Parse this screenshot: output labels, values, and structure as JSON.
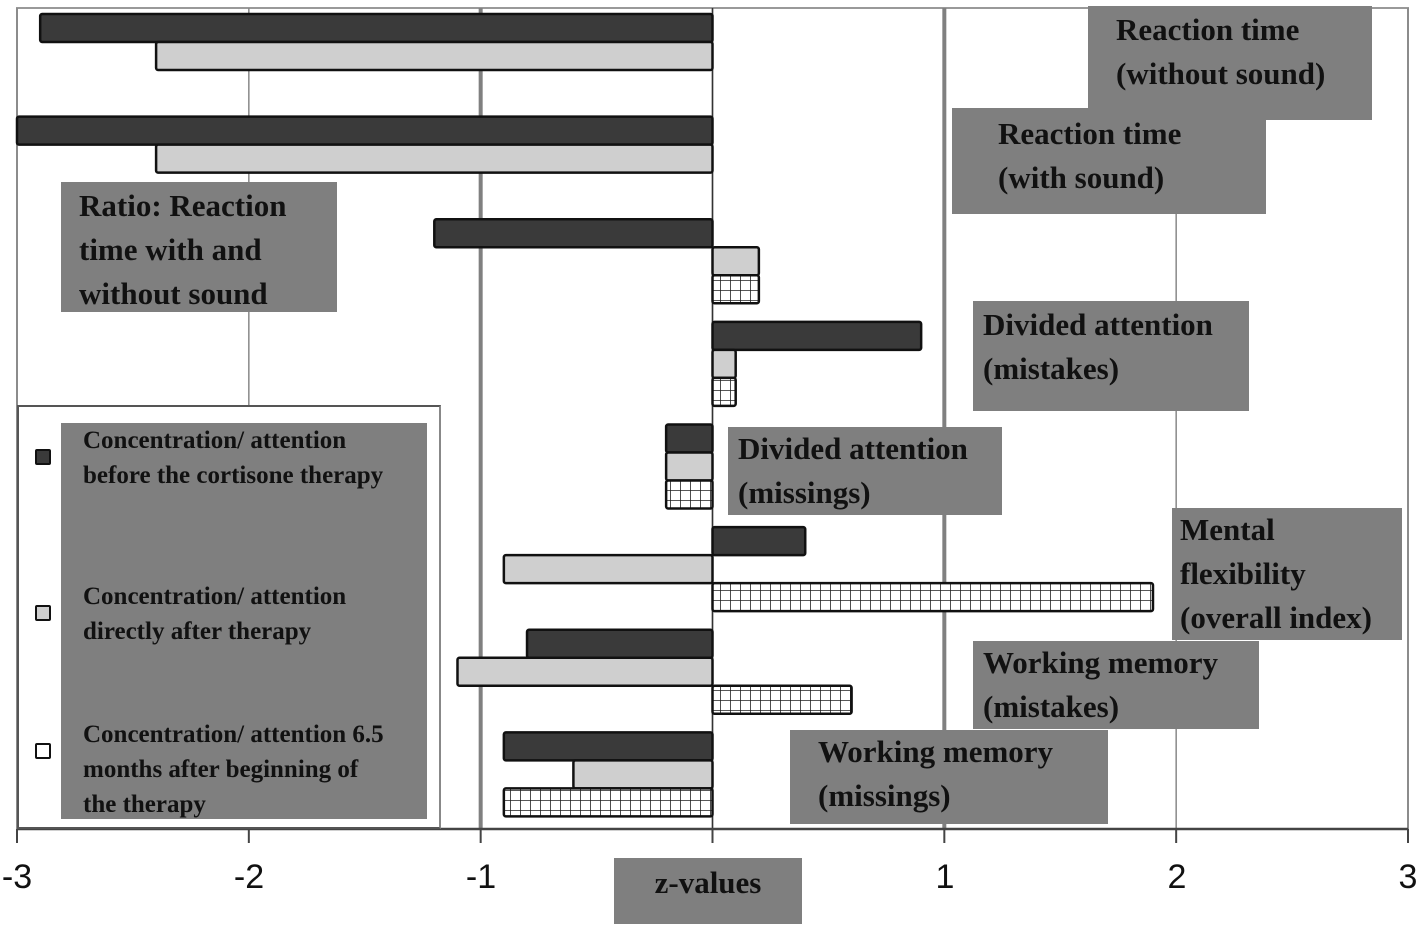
{
  "chart_data": {
    "type": "bar",
    "orientation": "horizontal",
    "title": "",
    "xlabel": "z-values",
    "ylabel": "",
    "xlim": [
      -3,
      3
    ],
    "xticks": [
      -3,
      -2,
      -1,
      1,
      2,
      3
    ],
    "xtick_labels": [
      "-3",
      "-2",
      "-1",
      "1",
      "2",
      "3"
    ],
    "reference_lines": [
      -1,
      0,
      1
    ],
    "grid": true,
    "legend_position": "bottom-left",
    "categories": [
      "Reaction time (without sound)",
      "Reaction time (with sound)",
      "Ratio: Reaction time with and without sound",
      "Divided attention (mistakes)",
      "Divided attention (missings)",
      "Mental flexibility (overall index)",
      "Working memory (mistakes)",
      "Working memory (missings)"
    ],
    "category_labels": [
      [
        "Reaction time",
        "(without sound)"
      ],
      [
        "Reaction time",
        "(with sound)"
      ],
      [
        "Ratio: Reaction",
        "time with and",
        "without sound"
      ],
      [
        "Divided attention",
        "(mistakes)"
      ],
      [
        "Divided attention",
        "(missings)"
      ],
      [
        "Mental",
        "flexibility",
        "(overall index)"
      ],
      [
        "Working memory",
        "(mistakes)"
      ],
      [
        "Working memory",
        "(missings)"
      ]
    ],
    "series": [
      {
        "name": "Concentration/ attention before the cortisone therapy",
        "legend_lines": [
          "Concentration/ attention",
          "before the cortisone therapy"
        ],
        "color": "#3a3a3a",
        "pattern": "solid",
        "values": [
          -2.9,
          -3.0,
          -1.2,
          0.9,
          -0.2,
          0.4,
          -0.8,
          -0.9
        ]
      },
      {
        "name": "Concentration/ attention directly after therapy",
        "legend_lines": [
          "Concentration/ attention",
          "directly after therapy"
        ],
        "color": "#cfcfcf",
        "pattern": "solid",
        "values": [
          -2.4,
          -2.4,
          0.2,
          0.1,
          -0.2,
          -0.9,
          -1.1,
          -0.6
        ]
      },
      {
        "name": "Concentration/ attention 6.5 months after beginning of the therapy",
        "legend_lines": [
          "Concentration/ attention 6.5",
          "months after beginning of",
          "the therapy"
        ],
        "color": "#ffffff",
        "pattern": "grid",
        "values": [
          null,
          null,
          0.2,
          0.1,
          -0.2,
          1.9,
          0.6,
          -0.9
        ]
      }
    ]
  },
  "colors": {
    "label_box": "#7f7f7f",
    "bar_outline": "#111111",
    "gridline": "#888888"
  }
}
